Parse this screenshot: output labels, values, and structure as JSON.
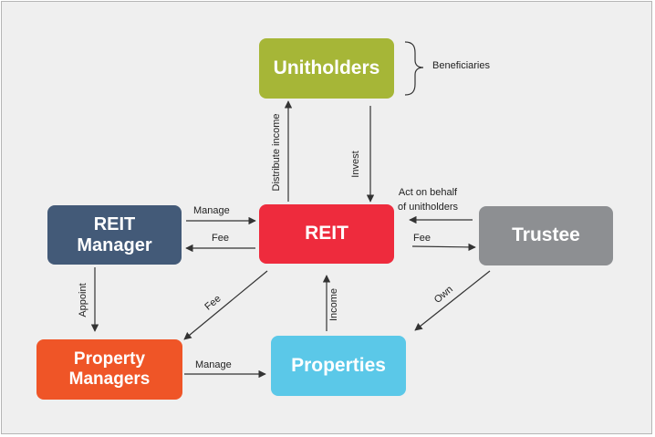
{
  "nodes": {
    "unitholders": "Unitholders",
    "reit": "REIT",
    "reit_manager": [
      "REIT",
      "Manager"
    ],
    "trustee": "Trustee",
    "properties": "Properties",
    "property_managers": [
      "Property",
      "Managers"
    ]
  },
  "labels": {
    "beneficiaries": "Beneficiaries",
    "distribute_income": "Distribute income",
    "invest": "Invest",
    "manage_top": "Manage",
    "fee_mgr": "Fee",
    "act_on_behalf": [
      "Act on behalf",
      "of unitholders"
    ],
    "fee_trustee": "Fee",
    "appoint": "Appoint",
    "fee_diag": "Fee",
    "income": "Income",
    "own": "Own",
    "manage_bottom": "Manage"
  },
  "colors": {
    "unitholders": "#a6b637",
    "reit": "#ee2b3d",
    "reit_manager": "#435a78",
    "trustee": "#8d8f92",
    "properties": "#5bc8e8",
    "property_managers": "#ef5527",
    "arrow": "#333333",
    "background": "#efefef"
  }
}
